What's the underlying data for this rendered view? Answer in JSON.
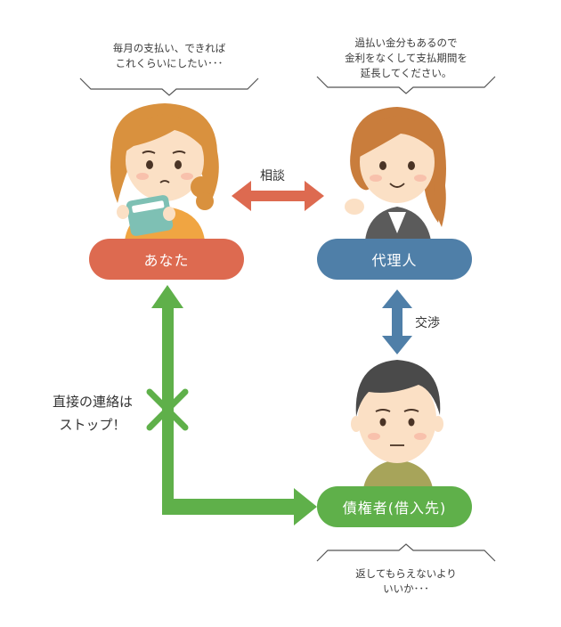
{
  "speech": {
    "you": [
      "毎月の支払い、できれば",
      "これくらいにしたい･･･"
    ],
    "agent": [
      "過払い金分もあるので",
      "金利をなくして支払期間を",
      "延長してください。"
    ],
    "creditor": [
      "返してもらえないより",
      "いいか･･･"
    ]
  },
  "nodes": {
    "you": "あなた",
    "agent": "代理人",
    "creditor": "債権者(借入先)"
  },
  "edges": {
    "consult": "相談",
    "negotiate": "交渉"
  },
  "stop_note": [
    "直接の連絡は",
    "ストップ！"
  ],
  "colors": {
    "you": "#dd6a50",
    "agent": "#4f7fa8",
    "creditor": "#5fb04a",
    "arrow_red": "#dd6a50",
    "arrow_blue": "#4f7fa8",
    "arrow_green": "#5fb04a"
  }
}
